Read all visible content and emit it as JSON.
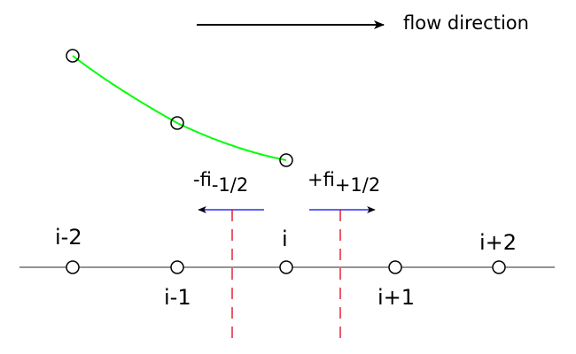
{
  "flow_label": "flow direction",
  "node_labels": {
    "i_minus_2": "i-2",
    "i_minus_1": "i-1",
    "i": "i",
    "i_plus_1": "i+1",
    "i_plus_2": "i+2"
  },
  "flux_left": {
    "sign": "-f",
    "subscript": "i-1/2"
  },
  "flux_right": {
    "sign": "+f",
    "subscript": "i+1/2"
  },
  "colors": {
    "curve": "#00ff00",
    "flux_arrow": "#0000ff",
    "interface_line": "#e0001a",
    "axis": "#555555",
    "ink": "#000000"
  }
}
